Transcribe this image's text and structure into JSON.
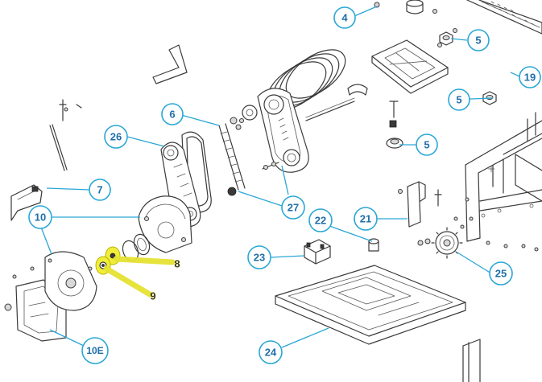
{
  "callouts": [
    {
      "id": "4",
      "label": "4"
    },
    {
      "id": "5a",
      "label": "5"
    },
    {
      "id": "5b",
      "label": "5"
    },
    {
      "id": "5c",
      "label": "5"
    },
    {
      "id": "19",
      "label": "19"
    },
    {
      "id": "6",
      "label": "6"
    },
    {
      "id": "26",
      "label": "26"
    },
    {
      "id": "7",
      "label": "7"
    },
    {
      "id": "10",
      "label": "10"
    },
    {
      "id": "27",
      "label": "27"
    },
    {
      "id": "22",
      "label": "22"
    },
    {
      "id": "21",
      "label": "21"
    },
    {
      "id": "23",
      "label": "23"
    },
    {
      "id": "8",
      "label": "8"
    },
    {
      "id": "9",
      "label": "9"
    },
    {
      "id": "25",
      "label": "25"
    },
    {
      "id": "24",
      "label": "24"
    },
    {
      "id": "10E",
      "label": "10E"
    }
  ],
  "highlighted": [
    "8",
    "9"
  ],
  "colors": {
    "callout_stroke": "#2aa7d6",
    "callout_text": "#1f6fa8",
    "highlight": "#e6e233",
    "line_art": "#3a3a3a"
  }
}
